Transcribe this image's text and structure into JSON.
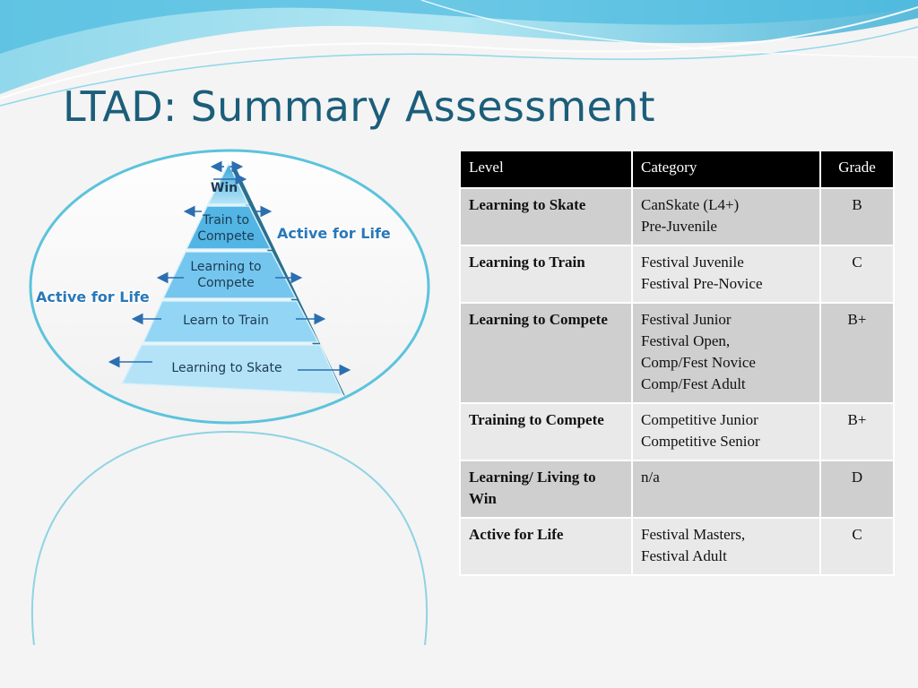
{
  "slide": {
    "title": "LTAD: Summary Assessment"
  },
  "pyramid": {
    "levels": [
      "Win",
      "Train to",
      "Compete",
      "Learning to",
      "Compete",
      "Learn to Train",
      "Learning to Skate"
    ],
    "side_labels": [
      "Active for Life",
      "Active for Life"
    ]
  },
  "table": {
    "headers": [
      "Level",
      "Category",
      "Grade"
    ],
    "rows": [
      {
        "level": "Learning to Skate",
        "category": [
          "CanSkate (L4+)",
          "Pre-Juvenile"
        ],
        "grade": "B"
      },
      {
        "level": "Learning to Train",
        "category": [
          "Festival Juvenile",
          "Festival Pre-Novice"
        ],
        "grade": "C"
      },
      {
        "level": "Learning to Compete",
        "category": [
          "Festival Junior",
          "Festival Open,",
          "Comp/Fest Novice",
          "Comp/Fest Adult"
        ],
        "grade": "B+"
      },
      {
        "level": "Training to Compete",
        "category": [
          "Competitive Junior",
          "Competitive Senior"
        ],
        "grade": "B+"
      },
      {
        "level": "Learning/ Living to Win",
        "category": [
          "n/a"
        ],
        "grade": "D"
      },
      {
        "level": "Active for Life",
        "category": [
          "Festival Masters,",
          "Festival Adult"
        ],
        "grade": "C"
      }
    ]
  },
  "colors": {
    "title": "#1b5e7a",
    "wave": "#5fc4e0",
    "pyramid_fill": "#7ecdf0",
    "label_blue": "#2b78b8",
    "header_bg": "#000000",
    "row_dark": "#cfcfcf",
    "row_light": "#e9e9e9"
  }
}
